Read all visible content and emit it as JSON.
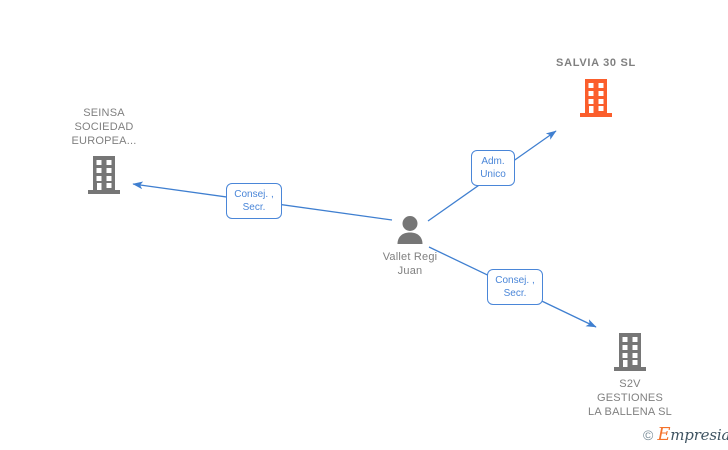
{
  "graph": {
    "background": "#ffffff",
    "edge_color": "#3f7fd0",
    "label_border_color": "#4a86d8",
    "label_text_color": "#4a86d8",
    "company_gray": "#767676",
    "company_orange": "#fb5e2c",
    "text_gray": "#808080",
    "nodes": [
      {
        "id": "salvia",
        "label": "SALVIA 30 SL",
        "icon": "building-icon",
        "icon_color": "#fb5e2c",
        "label_position": "above",
        "bold": true
      },
      {
        "id": "seinsa",
        "label": "SEINSA\nSOCIEDAD\nEUROPEA...",
        "icon": "building-icon",
        "icon_color": "#767676",
        "label_position": "above",
        "bold": false
      },
      {
        "id": "person",
        "label": "Vallet Regi\nJuan",
        "icon": "person-icon",
        "icon_color": "#767676",
        "label_position": "below",
        "bold": false
      },
      {
        "id": "s2v",
        "label": "S2V\nGESTIONES\nLA BALLENA SL",
        "icon": "building-icon",
        "icon_color": "#767676",
        "label_position": "below",
        "bold": false
      }
    ],
    "edges": [
      {
        "id": "person-to-salvia",
        "from": "person",
        "to": "salvia",
        "label": "Adm.\nUnico"
      },
      {
        "id": "person-to-seinsa",
        "from": "person",
        "to": "seinsa",
        "label": "Consej. ,\nSecr."
      },
      {
        "id": "person-to-s2v",
        "from": "person",
        "to": "s2v",
        "label": "Consej. ,\nSecr."
      }
    ]
  },
  "watermark": {
    "copyright": "©",
    "brand_initial": "E",
    "brand_rest": "mpresia"
  }
}
